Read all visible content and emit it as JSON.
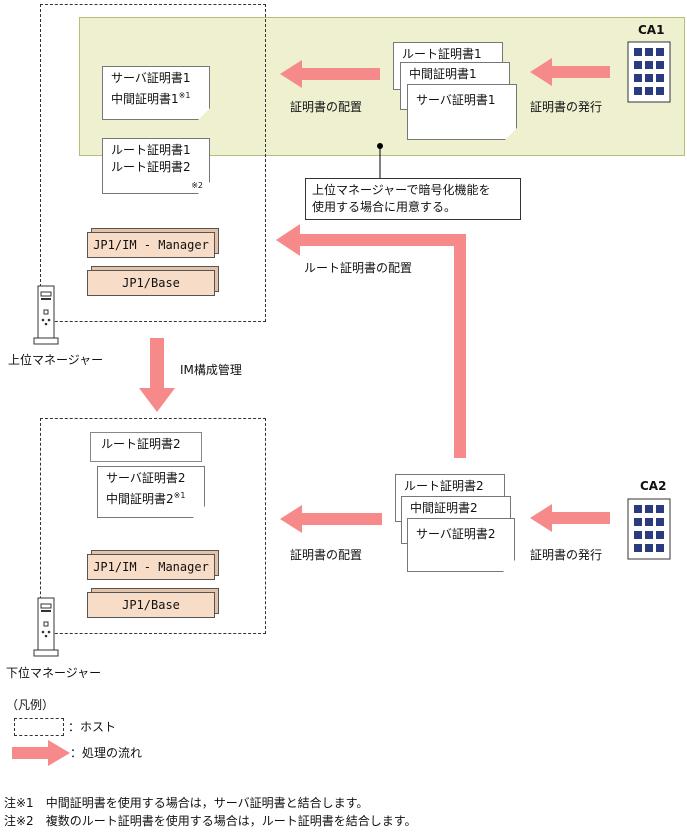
{
  "ca1": {
    "label": "CA1"
  },
  "ca2": {
    "label": "CA2"
  },
  "upper": {
    "host_label": "上位マネージャー",
    "docs_a": [
      "サーバ証明書1",
      "中間証明書1"
    ],
    "docs_a_mark": "※1",
    "docs_b": [
      "ルート証明書1",
      "ルート証明書2"
    ],
    "docs_b_mark": "※2",
    "products": [
      "JP1/IM - Manager",
      "JP1/Base"
    ]
  },
  "ca1_bundle": [
    "ルート証明書1",
    "中間証明書1",
    "サーバ証明書1"
  ],
  "ca2_bundle": [
    "ルート証明書2",
    "中間証明書2",
    "サーバ証明書2"
  ],
  "lower": {
    "host_label": "下位マネージャー",
    "doc_root": "ルート証明書2",
    "docs_a": [
      "サーバ証明書2",
      "中間証明書2"
    ],
    "docs_a_mark": "※1",
    "products": [
      "JP1/IM - Manager",
      "JP1/Base"
    ]
  },
  "labels": {
    "place_upper": "証明書の配置",
    "issue_upper": "証明書の発行",
    "place_lower": "証明書の配置",
    "issue_lower": "証明書の発行",
    "place_root": "ルート証明書の配置",
    "im_config": "IM構成管理",
    "callout_line1": "上位マネージャーで暗号化機能を",
    "callout_line2": "使用する場合に用意する。"
  },
  "legend": {
    "title": "（凡例）",
    "host": "：ホスト",
    "flow": "：処理の流れ"
  },
  "notes": [
    "注※1　中間証明書を使用する場合は，サーバ証明書と結合します。",
    "注※2　複数のルート証明書を使用する場合は，ルート証明書を結合します。"
  ],
  "colors": {
    "arrow": "#f6898a",
    "zone": "#eef0cf",
    "product": "#f7dcc8"
  }
}
